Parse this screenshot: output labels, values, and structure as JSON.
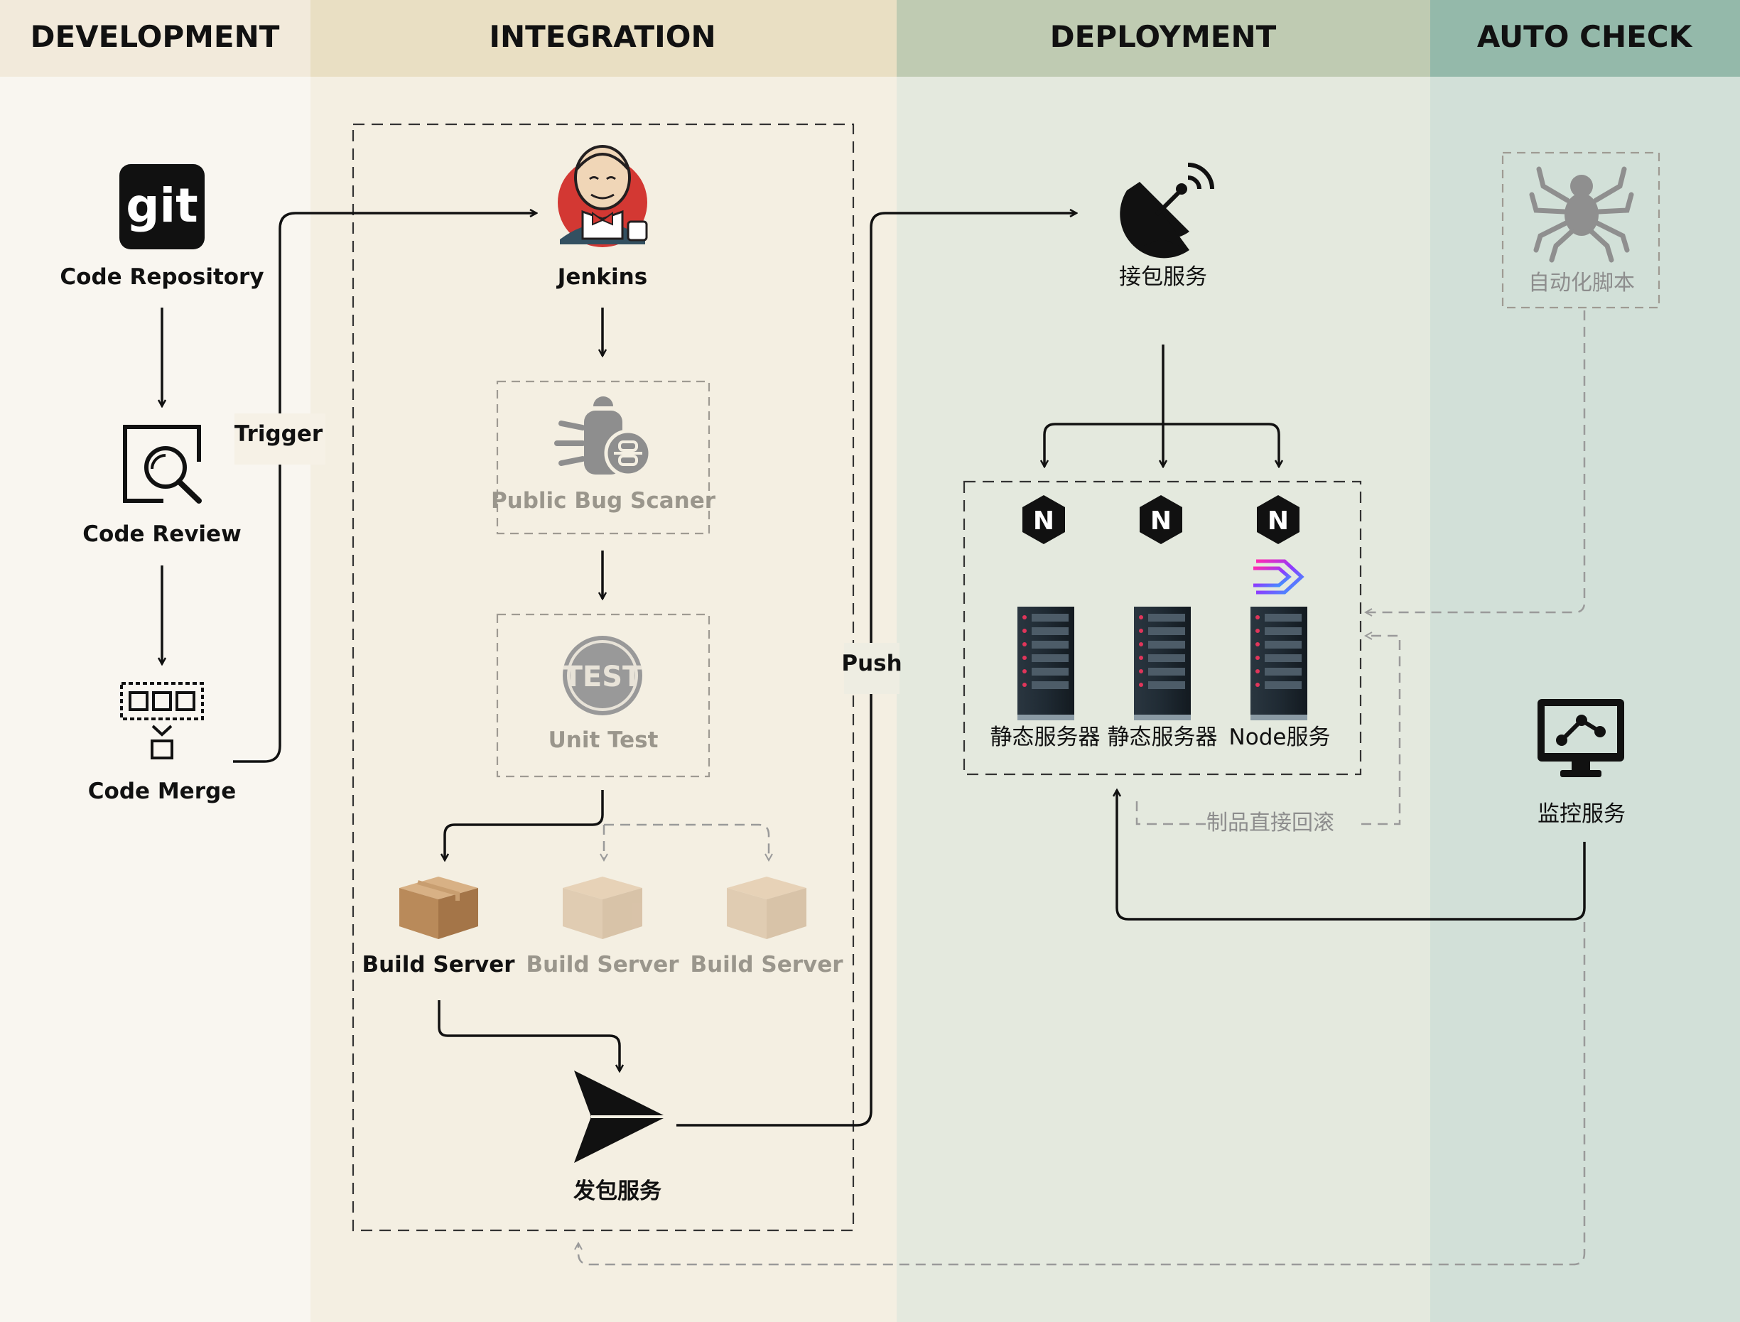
{
  "lanes": [
    {
      "title": "DEVELOPMENT",
      "color": "#f9f6f0",
      "header_color": "#f2eadb"
    },
    {
      "title": "INTEGRATION",
      "color": "#f4efe2",
      "header_color": "#e9dfc3"
    },
    {
      "title": "DEPLOYMENT",
      "color": "#e4e9de",
      "header_color": "#bfcbb2"
    },
    {
      "title": "AUTO CHECK",
      "color": "#d2e0d8",
      "header_color": "#94b9aa"
    }
  ],
  "development": {
    "repo": {
      "label": "Code Repository",
      "icon": "git-icon",
      "icon_text": "git"
    },
    "review": {
      "label": "Code Review",
      "icon": "code-review-icon"
    },
    "merge": {
      "label": "Code Merge",
      "icon": "code-merge-icon"
    }
  },
  "integration": {
    "jenkins": {
      "label": "Jenkins",
      "icon": "jenkins-icon"
    },
    "bug_scanner": {
      "label": "Public Bug Scaner",
      "icon": "bug-scanner-icon"
    },
    "unit_test": {
      "label": "Unit Test",
      "icon": "test-badge-icon",
      "icon_text": "TEST"
    },
    "build_servers": [
      {
        "label": "Build Server",
        "active": true
      },
      {
        "label": "Build Server",
        "active": false
      },
      {
        "label": "Build Server",
        "active": false
      }
    ],
    "publish": {
      "label": "发包服务",
      "icon": "send-icon"
    }
  },
  "deployment": {
    "receiver": {
      "label": "接包服务",
      "icon": "satellite-dish-icon"
    },
    "servers": [
      {
        "label": "静态服务器",
        "badge": "N"
      },
      {
        "label": "静态服务器",
        "badge": "N"
      },
      {
        "label": "Node服务",
        "badge": "N"
      }
    ],
    "rollback_label": "制品直接回滚"
  },
  "auto_check": {
    "script": {
      "label": "自动化脚本",
      "icon": "spider-icon"
    },
    "monitor": {
      "label": "监控服务",
      "icon": "monitor-icon"
    }
  },
  "edges": {
    "trigger": "Trigger",
    "push": "Push"
  },
  "colors": {
    "ink": "#111111",
    "faded": "#9a968c",
    "dash_gray": "#9a9a9a"
  }
}
